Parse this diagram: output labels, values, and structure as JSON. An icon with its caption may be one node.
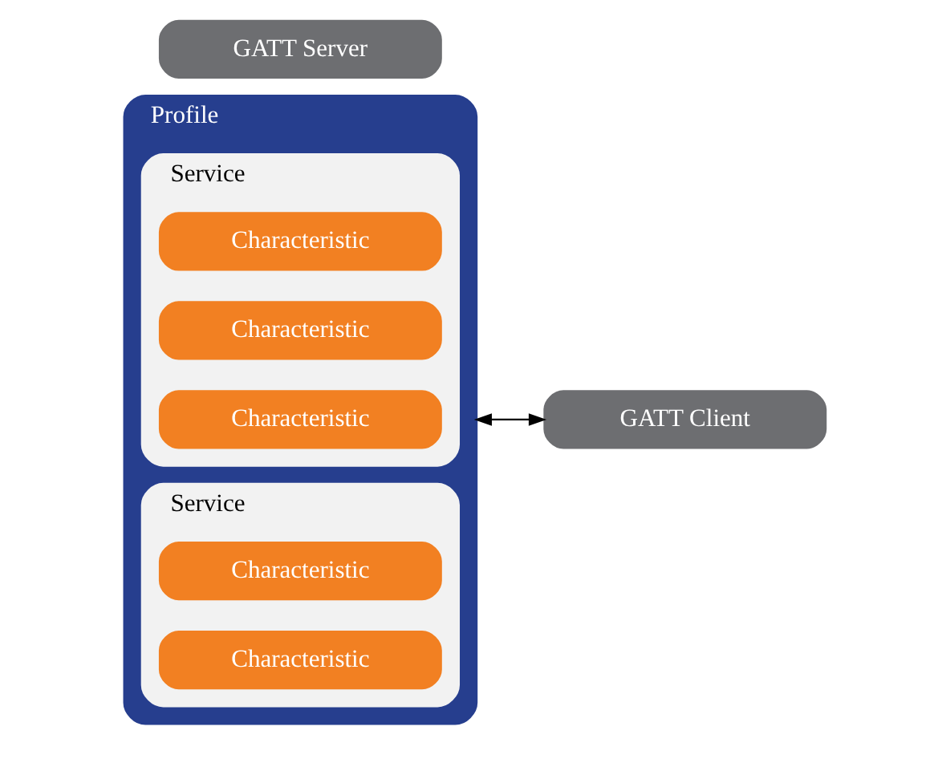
{
  "diagram": {
    "nodes": [
      {
        "text": [
          "Profile"
        ]
      },
      {
        "text": [
          "Service"
        ],
        "in": 0
      },
      {
        "text": [
          "Characteristic"
        ],
        "in": 1
      },
      {
        "text": [
          "Characteristic"
        ],
        "in": 1
      },
      {
        "text": [
          "Characteristic"
        ],
        "in": 1
      },
      {
        "text": [
          "Service"
        ],
        "in": 0
      },
      {
        "text": [
          "Characteristic"
        ],
        "in": 5
      },
      {
        "text": [
          "Characteristic"
        ],
        "in": 5
      },
      {
        "text": [
          "GATT Client"
        ]
      },
      {
        "text": [
          "GATT Server"
        ]
      }
    ],
    "edges": [
      {
        "from": 0,
        "to": 8,
        "arrow": "both"
      }
    ]
  }
}
